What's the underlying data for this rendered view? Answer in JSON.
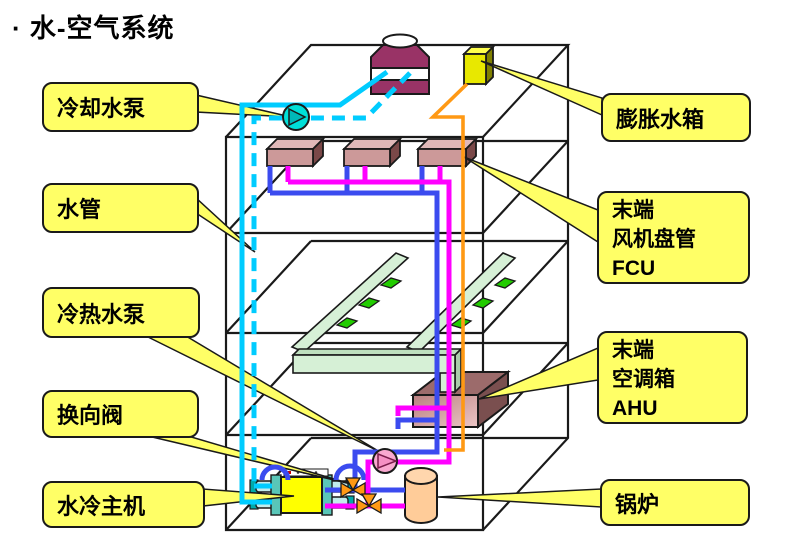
{
  "title": "· 水-空气系统",
  "callouts": {
    "cooling_pump": "冷却水泵",
    "water_pipe": "水管",
    "chw_pump": "冷热水泵",
    "reversing_valve": "换向阀",
    "chiller": "水冷主机",
    "expansion_tank": "膨胀水箱",
    "fcu_line1": "末端",
    "fcu_line2": "风机盘管",
    "fcu_line3": "FCU",
    "ahu_line1": "末端",
    "ahu_line2": "空调箱",
    "ahu_line3": "AHU",
    "boiler": "锅炉"
  },
  "colors": {
    "callout_fill": "#FFFF66",
    "cooling_water_pipe": "#00CCFF",
    "supply_pipe": "#FF00FF",
    "return_pipe": "#3B4BEF",
    "expansion_pipe": "#FF9914",
    "cooling_tower": "#993366",
    "expansion_tank": "#E8E800",
    "fcu_box": "#CC9999",
    "ahu_box": "#D9A0A0",
    "duct": "#D6F0D6",
    "diffuser": "#22CC00",
    "boiler_body": "#FFCC99",
    "chiller_body": "#FFFF00",
    "valve": "#FF9914",
    "cooling_pump_symbol": "#00DFD8",
    "chw_pump_symbol": "#F9A8D0"
  }
}
